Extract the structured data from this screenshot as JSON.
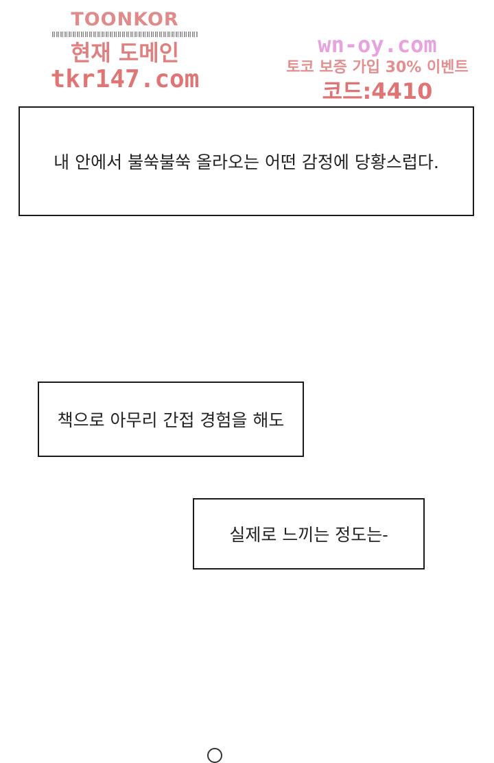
{
  "watermark_left": {
    "brand": "TOONKOR",
    "domain_label": "현재 도메인",
    "domain_url": "tkr147.com"
  },
  "watermark_right": {
    "url": "wn-oy.com",
    "promo": "토코 보증 가입 30% 이벤트",
    "code": "코드:4410"
  },
  "captions": [
    "내 안에서 불쑥불쑥 올라오는 어떤 감정에 당황스럽다.",
    "책으로 아무리 간접 경험을 해도",
    "실제로 느끼는 정도는-"
  ]
}
